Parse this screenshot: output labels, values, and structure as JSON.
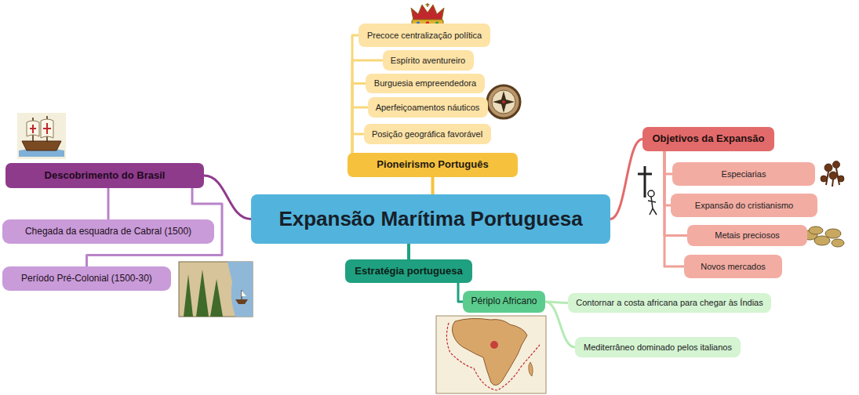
{
  "diagram": {
    "nodes": [
      {
        "text": [
          "Expansão Marítima Portuguesa"
        ]
      },
      {
        "text": [
          "Pioneirismo Português"
        ]
      },
      {
        "text": [
          "Precoce centralização política"
        ]
      },
      {
        "text": [
          "Espírito aventureiro"
        ]
      },
      {
        "text": [
          "Burguesia empreendedora"
        ]
      },
      {
        "text": [
          "Aperfeiçoamentos náuticos"
        ]
      },
      {
        "text": [
          "Posição geográfica favorável"
        ]
      },
      {
        "text": [
          "Objetivos da Expansão"
        ]
      },
      {
        "text": [
          "Especiarias"
        ]
      },
      {
        "text": [
          "Expansão do cristianismo"
        ]
      },
      {
        "text": [
          "Metais preciosos"
        ]
      },
      {
        "text": [
          "Novos mercados"
        ]
      },
      {
        "text": [
          "Estratégia portuguesa"
        ]
      },
      {
        "text": [
          "Périplo Africano"
        ]
      },
      {
        "text": [
          "Contornar a costa africana para chegar às Índias"
        ]
      },
      {
        "text": [
          "Mediterrâneo dominado pelos italianos"
        ]
      },
      {
        "text": [
          "Descobrimento do Brasil"
        ]
      },
      {
        "text": [
          "Chegada da esquadra de Cabral (1500)"
        ]
      },
      {
        "text": [
          "Período Pré-Colonial (1500-30)"
        ]
      }
    ],
    "edges": [
      {
        "from": 0,
        "to": 1,
        "arrow": "none"
      },
      {
        "from": 1,
        "to": 2,
        "arrow": "none"
      },
      {
        "from": 1,
        "to": 3,
        "arrow": "none"
      },
      {
        "from": 1,
        "to": 4,
        "arrow": "none"
      },
      {
        "from": 1,
        "to": 5,
        "arrow": "none"
      },
      {
        "from": 1,
        "to": 6,
        "arrow": "none"
      },
      {
        "from": 0,
        "to": 7,
        "arrow": "none"
      },
      {
        "from": 7,
        "to": 8,
        "arrow": "none"
      },
      {
        "from": 7,
        "to": 9,
        "arrow": "none"
      },
      {
        "from": 7,
        "to": 10,
        "arrow": "none"
      },
      {
        "from": 7,
        "to": 11,
        "arrow": "none"
      },
      {
        "from": 0,
        "to": 12,
        "arrow": "none"
      },
      {
        "from": 12,
        "to": 13,
        "arrow": "none"
      },
      {
        "from": 13,
        "to": 14,
        "arrow": "none"
      },
      {
        "from": 13,
        "to": 15,
        "arrow": "none"
      },
      {
        "from": 0,
        "to": 16,
        "arrow": "none"
      },
      {
        "from": 16,
        "to": 17,
        "arrow": "none"
      },
      {
        "from": 16,
        "to": 18,
        "arrow": "none"
      }
    ]
  }
}
